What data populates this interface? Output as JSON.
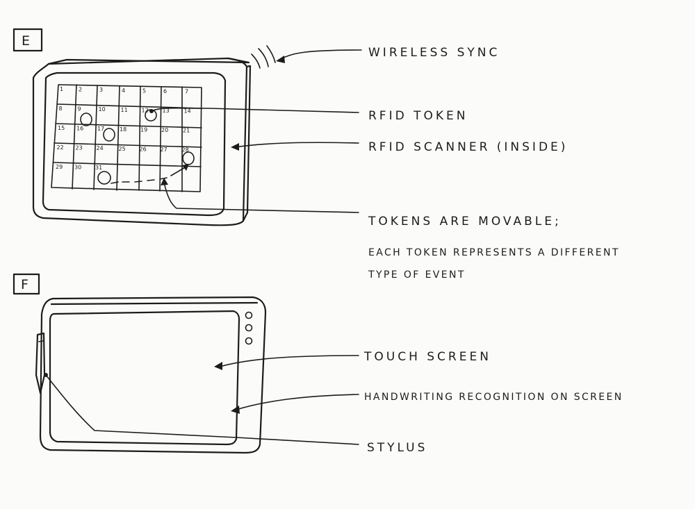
{
  "panel_e": {
    "id": "E",
    "calendar_days": [
      "1",
      "2",
      "3",
      "4",
      "5",
      "6",
      "7",
      "8",
      "9",
      "10",
      "11",
      "12",
      "13",
      "14",
      "15",
      "16",
      "17",
      "18",
      "19",
      "20",
      "21",
      "22",
      "23",
      "24",
      "25",
      "26",
      "27",
      "28",
      "29",
      "30",
      "31"
    ],
    "labels": {
      "wireless_sync": "Wireless sync",
      "rfid_token": "RFID Token",
      "rfid_scanner": "RFID Scanner (inside)",
      "tokens_movable": "Tokens are movable;",
      "token_event_line1": "Each token represents a different",
      "token_event_line2": "type of event"
    }
  },
  "panel_f": {
    "id": "F",
    "labels": {
      "touch_screen": "Touch screen",
      "handwriting": "Handwriting recognition on screen",
      "stylus": "Stylus"
    }
  }
}
